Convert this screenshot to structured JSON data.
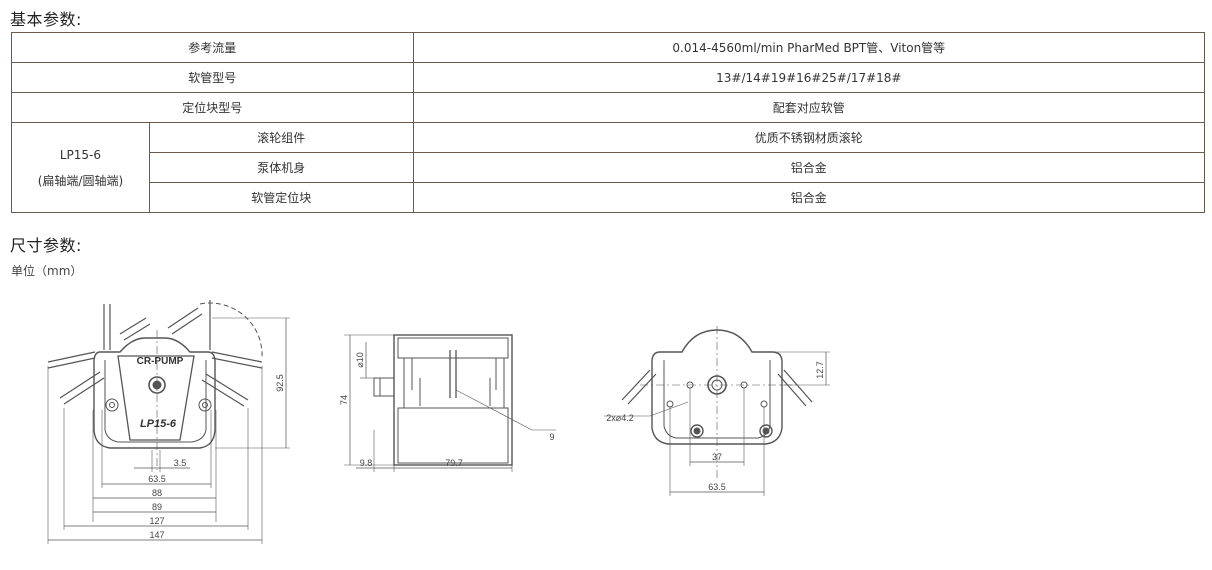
{
  "sections": {
    "basic_title": "基本参数:",
    "dim_title": "尺寸参数:",
    "unit_label": "单位（mm）"
  },
  "table": {
    "rows": [
      {
        "label": "参考流量",
        "value": "0.014-4560ml/min PharMed BPT管、Viton管等"
      },
      {
        "label": "软管型号",
        "value": "13#/14#19#16#25#/17#18#"
      },
      {
        "label": "定位块型号",
        "value": "配套对应软管"
      }
    ],
    "model": {
      "name": "LP15-6",
      "note": "(扁轴端/圆轴端)"
    },
    "sub_rows": [
      {
        "label": "滚轮组件",
        "value": "优质不锈钢材质滚轮"
      },
      {
        "label": "泵体机身",
        "value": "铝合金"
      },
      {
        "label": "软管定位块",
        "value": "铝合金"
      }
    ]
  },
  "drawing": {
    "front": {
      "brand": "CR-PUMP",
      "model": "LP15-6",
      "dims": [
        "3.5",
        "63.5",
        "88",
        "89",
        "127",
        "147",
        "92.5"
      ]
    },
    "side": {
      "dims": [
        "74",
        "⌀10",
        "9.8",
        "79.7",
        "9"
      ]
    },
    "rear": {
      "dims": [
        "12.7",
        "2x⌀4.2",
        "37",
        "63.5"
      ]
    }
  }
}
